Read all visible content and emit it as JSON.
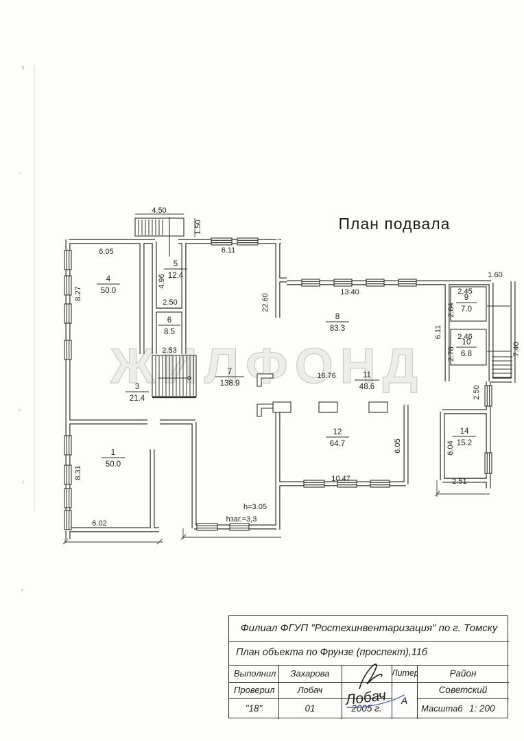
{
  "title": "План подвала",
  "watermark": "ЖИЛФОНД",
  "rooms": {
    "r4": {
      "num": "4",
      "area": "50.0"
    },
    "r5": {
      "num": "5",
      "area": "12.4"
    },
    "r6": {
      "num": "6",
      "area": "8.5"
    },
    "r3": {
      "num": "3",
      "area": "21.4"
    },
    "r8": {
      "num": "8",
      "area": "83.3"
    },
    "r9": {
      "num": "9",
      "area": "7.0"
    },
    "r10": {
      "num": "10",
      "area": "6.8"
    },
    "r7": {
      "num": "7",
      "area": "138.9"
    },
    "r11": {
      "num": "11",
      "area": "48.6"
    },
    "r1": {
      "num": "1",
      "area": "50.0"
    },
    "r12": {
      "num": "12",
      "area": "64.7"
    },
    "r14": {
      "num": "14",
      "area": "15.2"
    }
  },
  "dims": {
    "d450": "4.50",
    "d150": "1.50",
    "d605": "6.05",
    "d611t": "6.11",
    "d827": "8.27",
    "d496": "4.96",
    "d250a": "2.50",
    "d253": "2.53",
    "d2260": "22.60",
    "d1340": "13.40",
    "d160": "1.60",
    "d245": "2.45",
    "d284": "2.84",
    "d611v": "6.11",
    "d246": "2.46",
    "d278": "2.78",
    "d740": "7.40",
    "d1676": "16.76",
    "d250b": "2.50",
    "d605v": "6.05",
    "d604": "6.04",
    "d251": "2.51",
    "d831": "8.31",
    "d1047": "10.47",
    "d602": "6.02"
  },
  "annotations": {
    "h": "h=3.05",
    "hzag": "hзаг.=3,3"
  },
  "titleblock": {
    "row1": "Филиал ФГУП \"Ростехинвентаризация\" по г. Томску",
    "row2": "План объекта по  Фрунзе (проспект),11б",
    "executed_label": "Выполнил",
    "executed_by": "Захарова",
    "checked_label": "Проверил",
    "checked_by": "Лобач",
    "liter_label": "Литер",
    "liter_value": "А",
    "district_label": "Район",
    "district_value": "Советский",
    "date_day": "\"18\"",
    "date_month": "01",
    "date_year": "2005 г.",
    "scale_label": "Масштаб:",
    "scale_value": "1: 200",
    "signature": "Лобач"
  }
}
